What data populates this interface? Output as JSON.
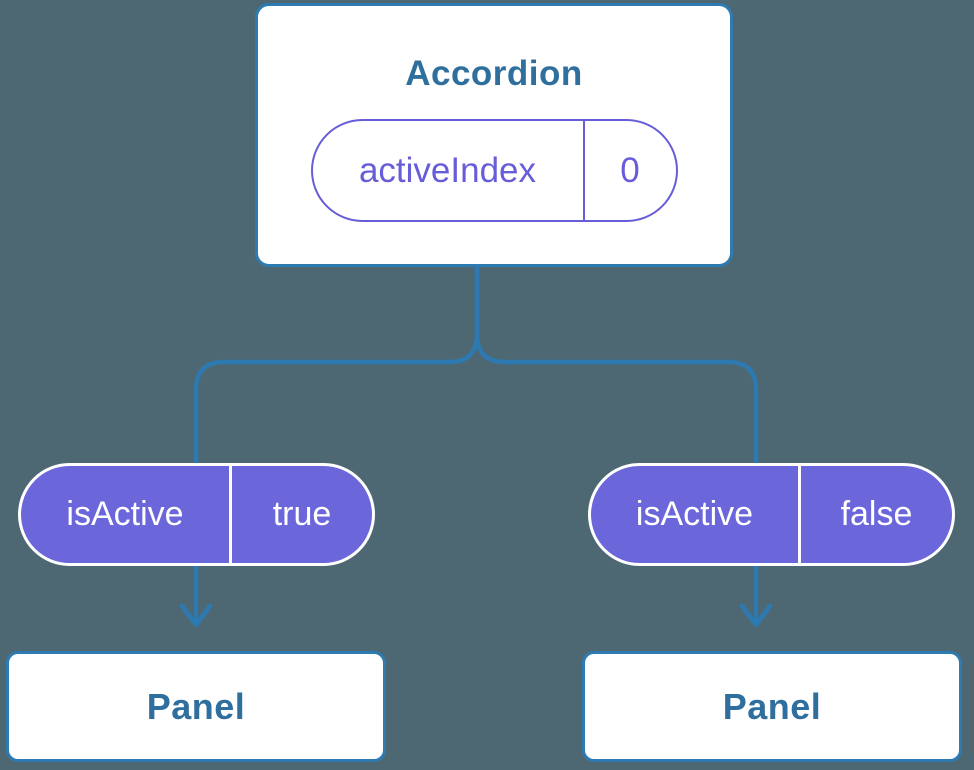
{
  "diagram": {
    "root": {
      "title": "Accordion",
      "state": {
        "name": "activeIndex",
        "value": "0"
      }
    },
    "children": [
      {
        "prop": {
          "name": "isActive",
          "value": "true"
        },
        "panel_label": "Panel"
      },
      {
        "prop": {
          "name": "isActive",
          "value": "false"
        },
        "panel_label": "Panel"
      }
    ]
  },
  "colors": {
    "background": "#4d6872",
    "connector": "#2c7ab1",
    "node_border": "#2e7bb1",
    "node_fill": "#ffffff",
    "node_text": "#2f6f9e",
    "state_accent": "#675dd9",
    "prop_fill": "#6b66da",
    "prop_text": "#ffffff"
  }
}
